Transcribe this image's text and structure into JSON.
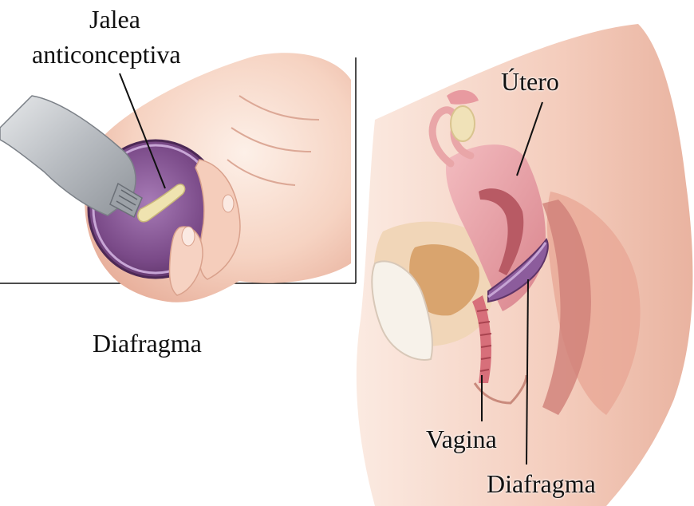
{
  "labels": {
    "jalea_line1": "Jalea",
    "jalea_line2": "anticonceptiva",
    "utero": "Útero",
    "diafragma_left": "Diafragma",
    "vagina": "Vagina",
    "diafragma_right": "Diafragma"
  },
  "colors": {
    "skin_light": "#fbe6db",
    "skin_mid": "#f3c7b3",
    "skin_dark": "#d99a88",
    "uterus": "#e8a2a6",
    "uterus_inner": "#c9646e",
    "diaphragm": "#7e4f8c",
    "diaphragm_light": "#b48cc4",
    "tube_silver": "#bfc3c8",
    "gel": "#efe3b0",
    "line": "#111111"
  },
  "icons": [
    "hand-illustration",
    "gel-tube-illustration",
    "diaphragm-cup-illustration",
    "pelvis-cross-section-illustration"
  ]
}
